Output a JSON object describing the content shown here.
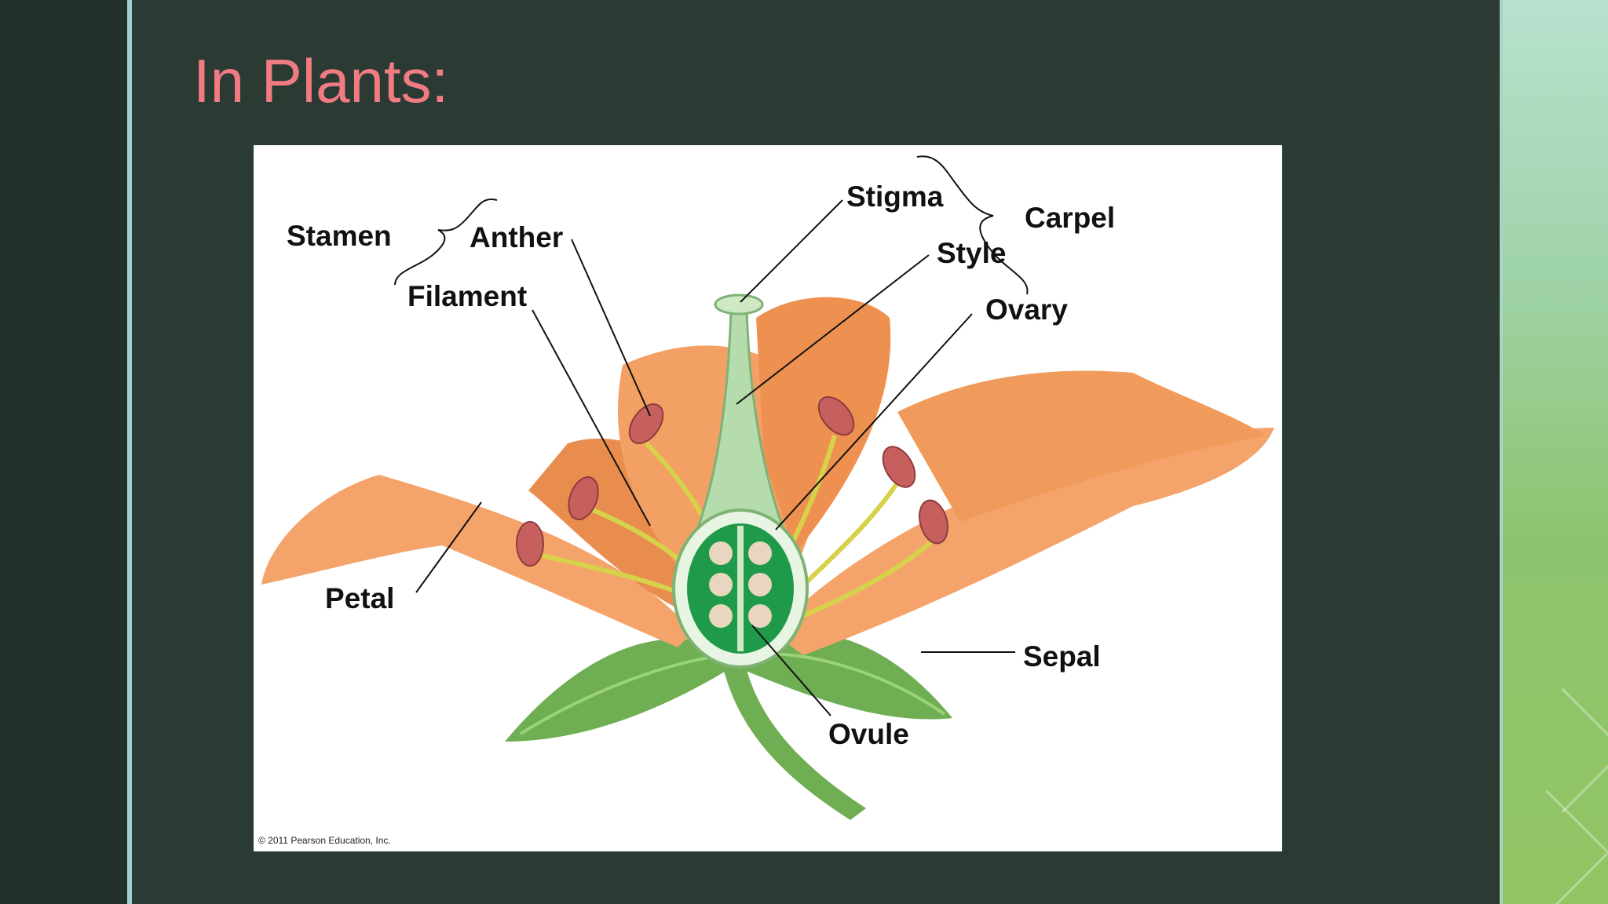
{
  "slide": {
    "title": "In Plants:"
  },
  "diagram": {
    "labels": {
      "stamen": "Stamen",
      "anther": "Anther",
      "filament": "Filament",
      "stigma": "Stigma",
      "style": "Style",
      "carpel": "Carpel",
      "ovary": "Ovary",
      "petal": "Petal",
      "sepal": "Sepal",
      "ovule": "Ovule"
    },
    "copyright": "© 2011 Pearson Education, Inc."
  },
  "colors": {
    "title": "#f07b83",
    "background": "#2b3a33",
    "petal": "#f4a46a",
    "leaf": "#6fae53",
    "ovary": "#1f9a4a",
    "anther": "#c75f5f"
  }
}
